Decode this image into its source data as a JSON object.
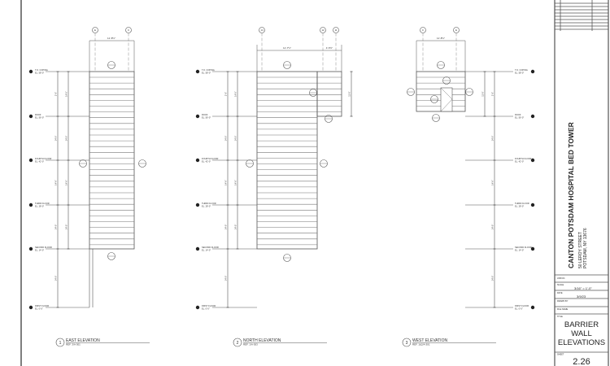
{
  "levels": [
    {
      "name": "T.O. COPING",
      "elev": "EL. 58'-0\""
    },
    {
      "name": "ROOF",
      "elev": "EL. 56'-0\""
    },
    {
      "name": "FOURTH FLOOR",
      "elev": "EL. 42'-0\""
    },
    {
      "name": "THIRD FLOOR",
      "elev": "EL. 28'-0\""
    },
    {
      "name": "SECOND FLOOR",
      "elev": "EL. 14'-0\""
    },
    {
      "name": "FIRST FLOOR",
      "elev": "EL. 0'-0\""
    }
  ],
  "views": [
    {
      "number": "1",
      "title": "EAST ELEVATION",
      "ref": "REF. 3/A-301",
      "grid": [
        "E",
        "C"
      ],
      "dim": "11'-8½\""
    },
    {
      "number": "2",
      "title": "NORTH ELEVATION",
      "ref": "REF. 1/A-303",
      "grid": [
        "14",
        "12",
        "11"
      ],
      "dim": "11'-7½\"",
      "dim2": "4'-5½\""
    },
    {
      "number": "3",
      "title": "WEST ELEVATION",
      "ref": "REF. 1&2/A-301",
      "grid": [
        "C",
        "E"
      ],
      "dim": "11'-8½\""
    }
  ],
  "title_block": {
    "project": "CANTON POTSDAM HOSPITAL BED TOWER",
    "address1": "50 LEROY STREET",
    "address2": "POTSDAM, NY 13676",
    "job_no_label": "JOB NO.",
    "scale_label": "SCALE",
    "scale": "3/16\" = 1'-0\"",
    "date_label": "DATE",
    "date": "3/9/23",
    "drawn_label": "DRAWN BY",
    "file_label": "FILE NAME",
    "title_label": "TITLE",
    "title_lines": [
      "BARRIER",
      "WALL",
      "ELEVATIONS"
    ],
    "sheet_label": "SHEET",
    "sheet": "2.26"
  }
}
